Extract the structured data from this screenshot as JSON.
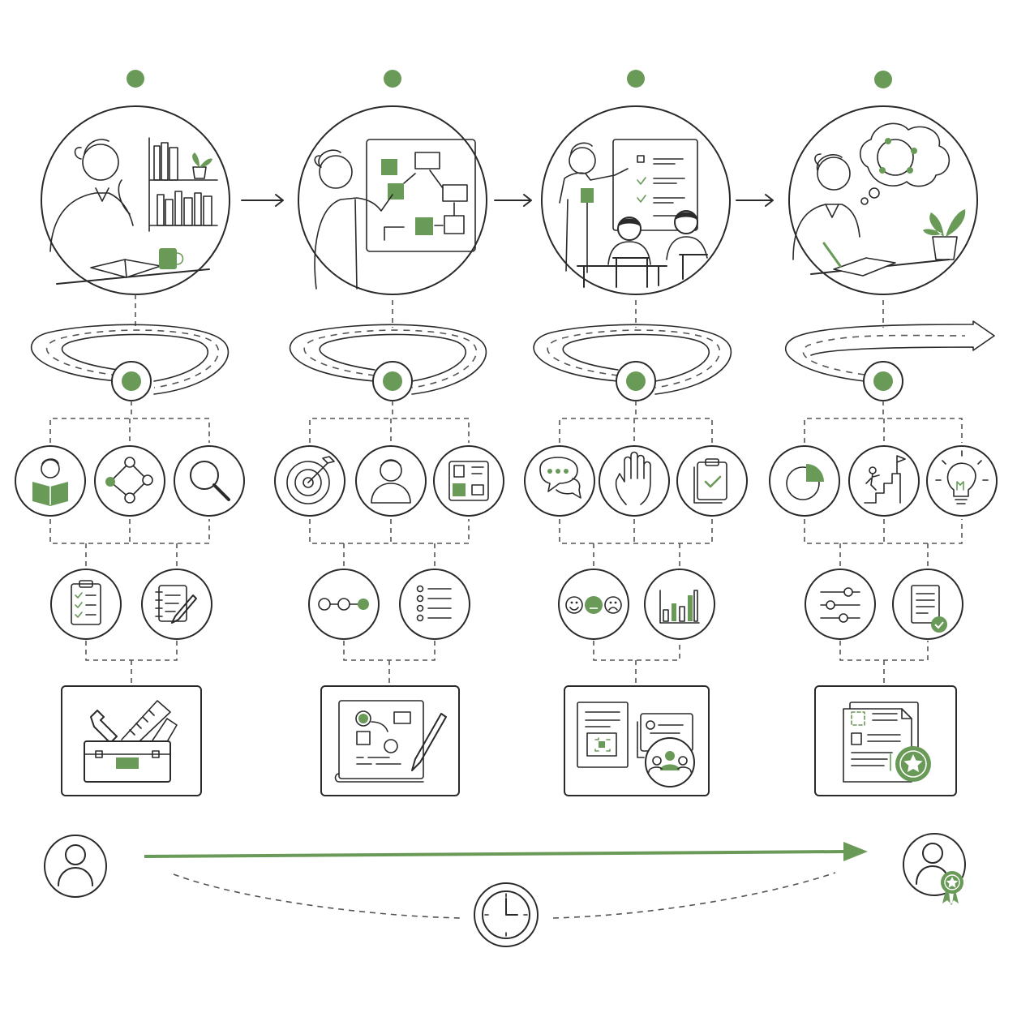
{
  "colors": {
    "accent": "#6a9a58",
    "line": "#2a2a2a",
    "background": "#ffffff"
  },
  "stages": [
    {
      "scene": "person-reading-at-desk",
      "icons": [
        "reading-book-icon",
        "network-nodes-icon",
        "magnifier-icon"
      ],
      "sub_icons": [
        "checklist-clipboard-icon",
        "notebook-pencil-icon"
      ],
      "output": "toolbox-icon"
    },
    {
      "scene": "person-planning-at-board",
      "icons": [
        "target-icon",
        "person-icon",
        "layout-grid-icon"
      ],
      "sub_icons": [
        "connected-steps-icon",
        "list-icon"
      ],
      "output": "blueprint-pencil-icon"
    },
    {
      "scene": "teacher-presenting-to-students",
      "icons": [
        "chat-bubbles-icon",
        "raised-hand-icon",
        "checked-clipboard-icon"
      ],
      "sub_icons": [
        "feedback-faces-icon",
        "bar-chart-icon"
      ],
      "output": "documents-group-icon"
    },
    {
      "scene": "person-reflecting-writing",
      "icons": [
        "pie-chart-icon",
        "climb-flag-icon",
        "lightbulb-icon"
      ],
      "sub_icons": [
        "sliders-icon",
        "approved-document-icon"
      ],
      "output": "certificate-star-icon"
    }
  ],
  "journey": {
    "start": "user-icon",
    "end": "certified-user-icon",
    "timer": "clock-icon"
  }
}
